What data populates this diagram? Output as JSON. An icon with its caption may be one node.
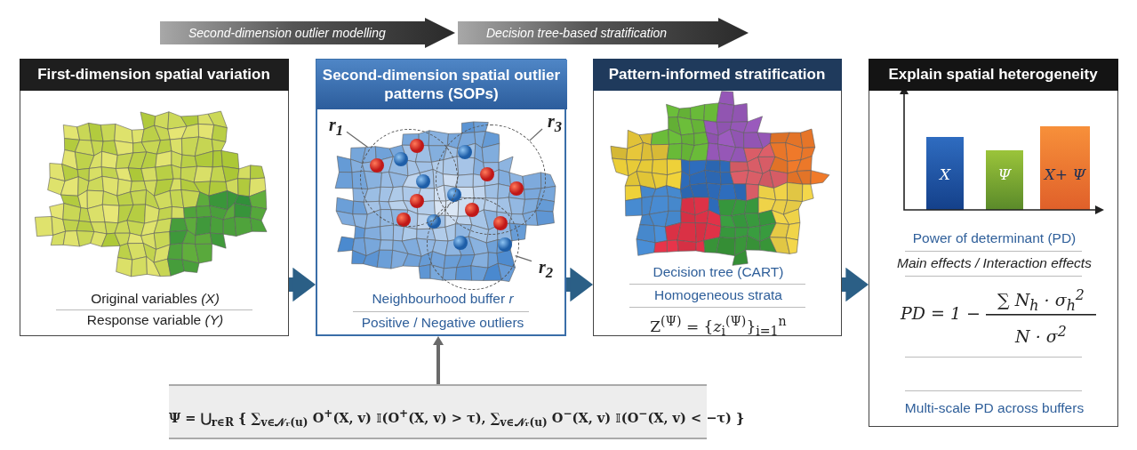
{
  "diagram": {
    "nodes": [
      {
        "text": [
          "First-dimension spatial variation",
          "Original variables *(X)*",
          "Response variable *(Y)*"
        ]
      },
      {
        "text": [
          "Second-dimension spatial outlier patterns (SOPs)",
          "Neighbourhood buffer *r*",
          "Positive / Negative outliers"
        ]
      },
      {
        "text": [
          "Pattern-informed stratification",
          "Decision tree (CART)",
          "Homogeneous strata",
          "Z$^{(Ψ)}$ = {*z*$_{i}$$^{(Ψ)}$}$_{i=1}$$^{n}$"
        ]
      },
      {
        "text": [
          "Explain spatial heterogeneity",
          "Power of determinant (PD)",
          "Main effects / Interaction effects",
          "PD = 1 −",
          "∑ N$_{h}$ · σ$_{h}$$^{2}$",
          "N · σ$^{2}$",
          "Multi-scale PD across buffers"
        ]
      },
      {
        "text": [
          "Ψ = ⋃$_{r∈R}$ { ∑$_{v∈𝒩ᵣ(u)}$ O$^{+}$(X, v) 𝕀(O$^{+}$(X, v) > τ), ∑$_{v∈𝒩ᵣ(u)}$ O$^{−}$(X, v) 𝕀(O$^{−}$(X, v) < −τ) }"
        ]
      },
      {
        "text": [
          "r$_{1}$"
        ],
        "in": 1
      },
      {
        "text": [
          "r$_{3}$"
        ],
        "in": 1
      },
      {
        "text": [
          "r$_{2}$"
        ],
        "in": 1
      },
      {
        "text": [],
        "shape": "circle",
        "in": 1
      },
      {
        "text": [],
        "shape": "circle",
        "in": 1
      },
      {
        "text": [],
        "shape": "circle",
        "in": 1
      }
    ],
    "edges": [
      {
        "from": 0,
        "to": 1,
        "arrow": "to",
        "style": "thick",
        "color": "#2b5f86"
      },
      {
        "from": 1,
        "to": 2,
        "arrow": "to",
        "style": "thick",
        "color": "#2b5f86"
      },
      {
        "from": 2,
        "to": 3,
        "arrow": "to",
        "style": "thick",
        "color": "#2b5f86"
      },
      {
        "from": 4,
        "to": 1,
        "arrow": "to"
      },
      {
        "from": 5,
        "to": 8,
        "arrow": "none"
      },
      {
        "from": 6,
        "to": 9,
        "arrow": "none"
      },
      {
        "from": 7,
        "to": 10,
        "arrow": "none"
      }
    ],
    "labels": [
      "Second-dimension outlier modelling",
      "Decision tree-based stratification",
      "X",
      "Ψ",
      "X+ Ψ"
    ]
  }
}
